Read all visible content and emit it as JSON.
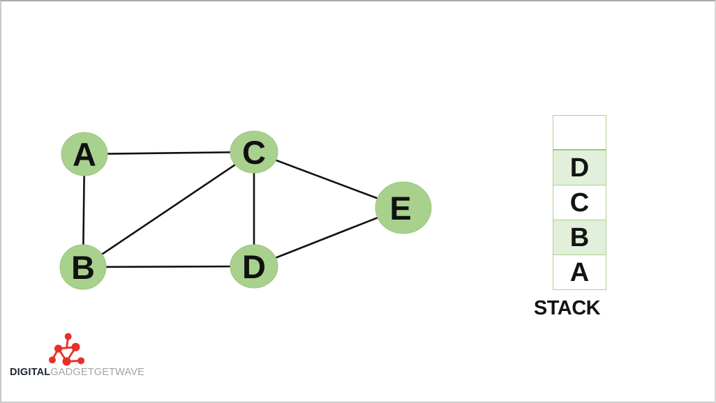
{
  "graph": {
    "nodes": [
      {
        "id": "A",
        "label": "A"
      },
      {
        "id": "B",
        "label": "B"
      },
      {
        "id": "C",
        "label": "C"
      },
      {
        "id": "D",
        "label": "D"
      },
      {
        "id": "E",
        "label": "E"
      }
    ],
    "edges": [
      [
        "A",
        "C"
      ],
      [
        "A",
        "B"
      ],
      [
        "B",
        "C"
      ],
      [
        "B",
        "D"
      ],
      [
        "C",
        "D"
      ],
      [
        "C",
        "E"
      ],
      [
        "D",
        "E"
      ]
    ]
  },
  "stack": {
    "caption": "STACK",
    "cells": [
      {
        "label": "",
        "highlighted": false
      },
      {
        "label": "D",
        "highlighted": true
      },
      {
        "label": "C",
        "highlighted": false
      },
      {
        "label": "B",
        "highlighted": true
      },
      {
        "label": "A",
        "highlighted": false
      }
    ]
  },
  "logo": {
    "bold": "DIGITAL",
    "light": "GADGETGETWAVE"
  },
  "colors": {
    "node_fill": "#a9d18e",
    "stack_highlight": "#e2efda",
    "stack_border": "#a9d18e",
    "edge": "#111111",
    "logo_red": "#e73128",
    "logo_dark": "#1c2331",
    "logo_gray": "#a3a3a3"
  }
}
